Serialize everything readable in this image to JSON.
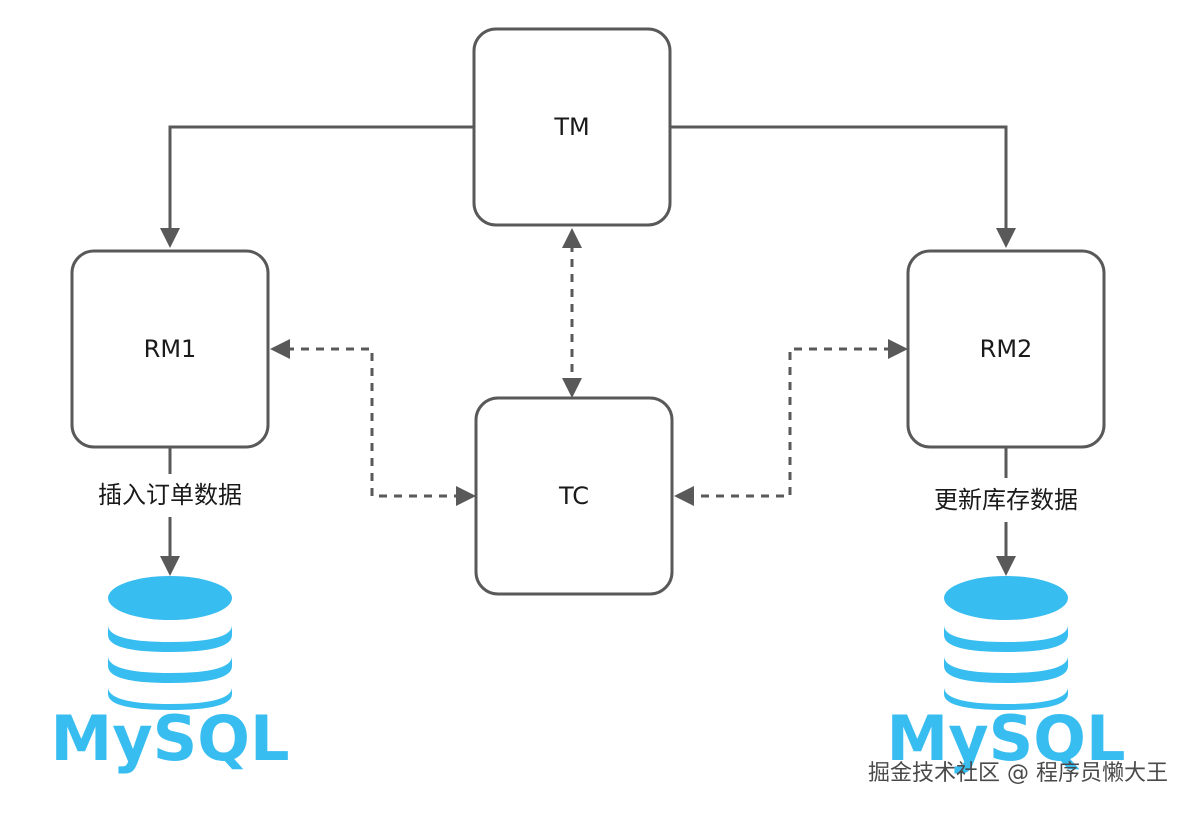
{
  "nodes": {
    "tm": {
      "label": "TM"
    },
    "rm1": {
      "label": "RM1"
    },
    "rm2": {
      "label": "RM2"
    },
    "tc": {
      "label": "TC"
    }
  },
  "operations": {
    "rm1_to_db": "插入订单数据",
    "rm2_to_db": "更新库存数据"
  },
  "databases": {
    "left": {
      "label": "MySQL",
      "icon": "database-icon"
    },
    "right": {
      "label": "MySQL",
      "icon": "database-icon"
    }
  },
  "colors": {
    "stroke": "#595959",
    "db": "#38BDF0"
  },
  "watermark": "掘金技术社区 @ 程序员懒大王"
}
